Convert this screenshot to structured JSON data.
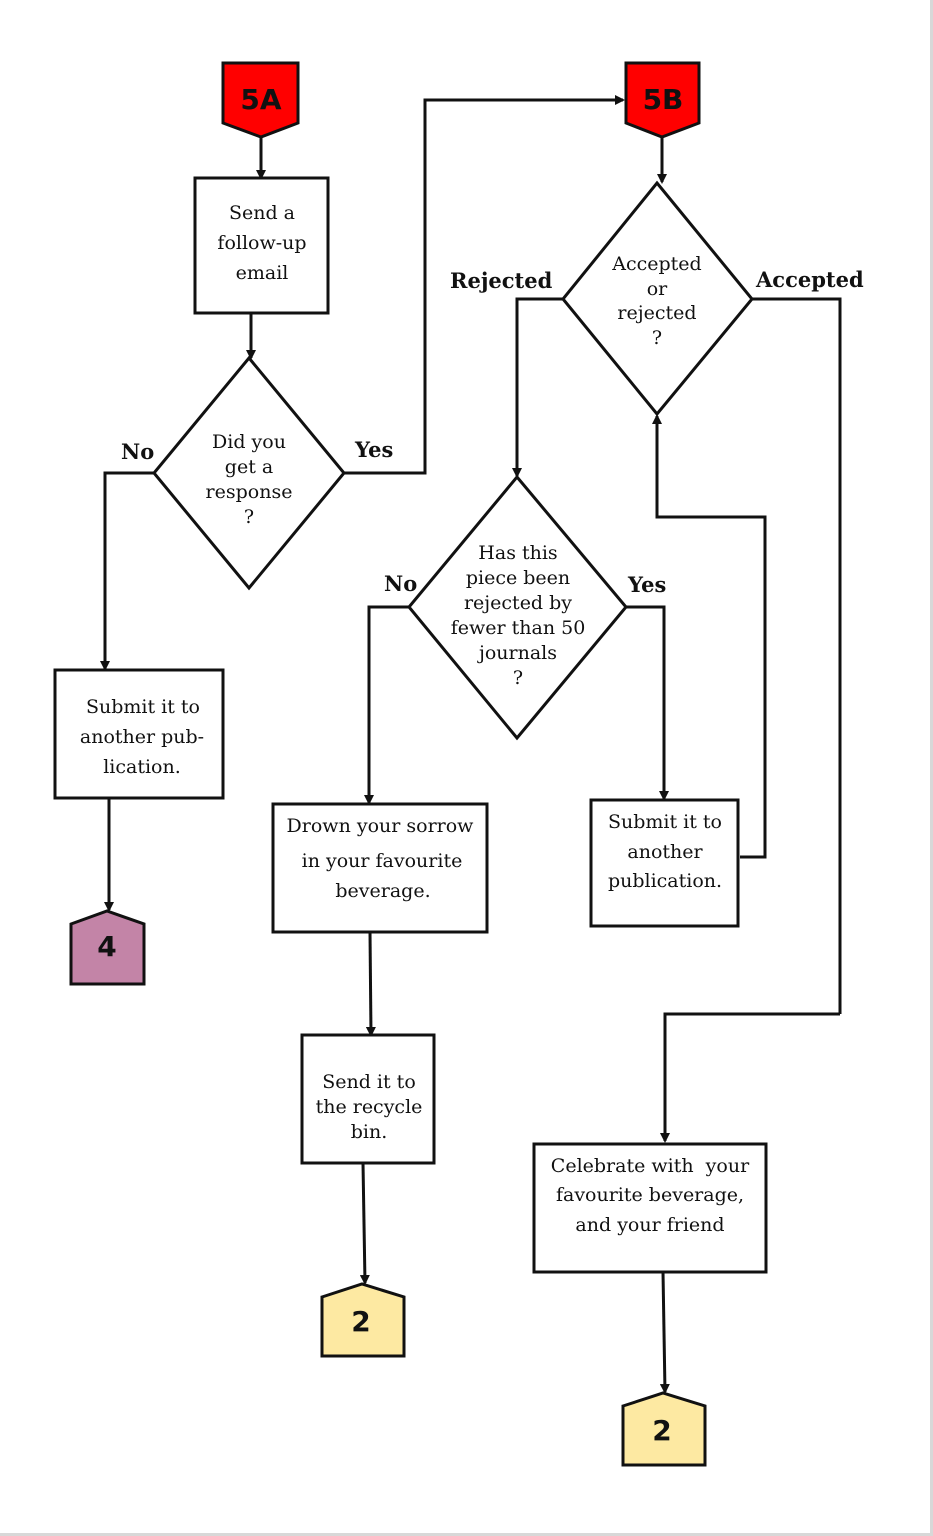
{
  "colors": {
    "start_terminal": "#ff0000",
    "purple_terminal": "#c384a7",
    "yellow_terminal": "#fde9a2",
    "line": "#111111"
  },
  "terminals": {
    "t5a": "5A",
    "t5b": "5B",
    "t4": "4",
    "t2_left": "2",
    "t2_right": "2"
  },
  "nodes": {
    "send_followup": [
      "Send a",
      "follow-up",
      "email"
    ],
    "did_you_get_response": [
      "Did you",
      "get a",
      "response",
      "?"
    ],
    "submit_another_left": [
      "Submit it to",
      "another pub-",
      "lication."
    ],
    "accepted_or_rejected": [
      "Accepted",
      "or",
      "rejected",
      "?"
    ],
    "rejected_fewer_50": [
      "Has this",
      "piece been",
      "rejected by",
      "fewer than 50",
      "journals",
      "?"
    ],
    "drown_sorrow": [
      "Drown your sorrow",
      "in your favourite",
      "beverage."
    ],
    "submit_another_right": [
      "Submit it to",
      "another",
      "publication."
    ],
    "recycle_bin": [
      "Send it to",
      "the recycle",
      "bin."
    ],
    "celebrate": [
      "Celebrate with  your",
      "favourite beverage,",
      "and your friend"
    ]
  },
  "branch_labels": {
    "response_no": "No",
    "response_yes": "Yes",
    "decision_rejected": "Rejected",
    "decision_accepted": "Accepted",
    "fewer_no": "No",
    "fewer_yes": "Yes"
  }
}
